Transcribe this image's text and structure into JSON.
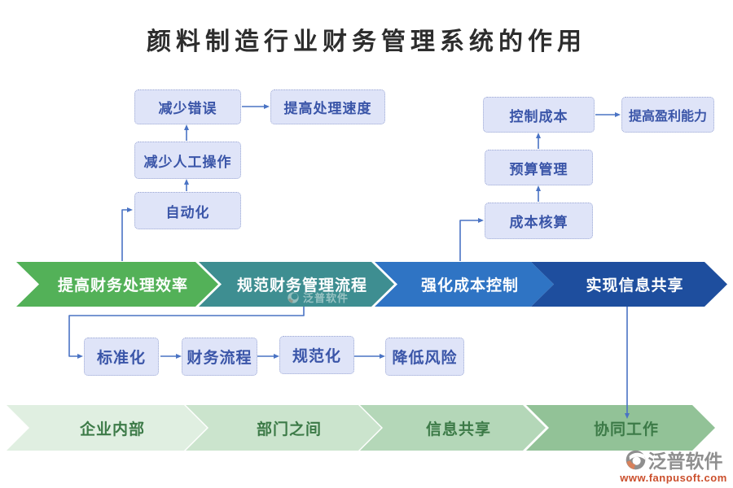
{
  "title": "颜料制造行业财务管理系统的作用",
  "colors": {
    "node_fill": "#dfe4f8",
    "node_border": "#9da9d4",
    "node_text": "#3a55a8",
    "connector": "#4a73c4",
    "title_text": "#2d2d2d"
  },
  "top_left_flow": {
    "automation": "自动化",
    "reduce_manual": "减少人工操作",
    "reduce_errors": "减少错误",
    "faster_processing": "提高处理速度"
  },
  "top_right_flow": {
    "cost_accounting": "成本核算",
    "budget_management": "预算管理",
    "cost_control": "控制成本",
    "profitability": "提高盈利能力"
  },
  "main_band": {
    "segments": [
      {
        "label": "提高财务处理效率",
        "color": "#53b158",
        "text_color": "#ffffff"
      },
      {
        "label": "规范财务管理流程",
        "color": "#3e8e91",
        "text_color": "#ffffff"
      },
      {
        "label": "强化成本控制",
        "color": "#2f74c4",
        "text_color": "#ffffff"
      },
      {
        "label": "实现信息共享",
        "color": "#1e4e9e",
        "text_color": "#ffffff"
      }
    ]
  },
  "middle_flow": {
    "standardization": "标准化",
    "financial_process": "财务流程",
    "normalization": "规范化",
    "risk_reduction": "降低风险"
  },
  "bottom_band": {
    "segments": [
      {
        "label": "企业内部",
        "color": "#e0efe1",
        "text_color": "#3c7a47"
      },
      {
        "label": "部门之间",
        "color": "#cbe4cd",
        "text_color": "#3c7a47"
      },
      {
        "label": "信息共享",
        "color": "#b4d7b8",
        "text_color": "#3c7a47"
      },
      {
        "label": "协同工作",
        "color": "#92c297",
        "text_color": "#3c7a47"
      }
    ]
  },
  "watermarks": {
    "center_brand": "泛普软件",
    "corner_brand": "泛普软件",
    "corner_url": "www.fanpusoft.com"
  }
}
